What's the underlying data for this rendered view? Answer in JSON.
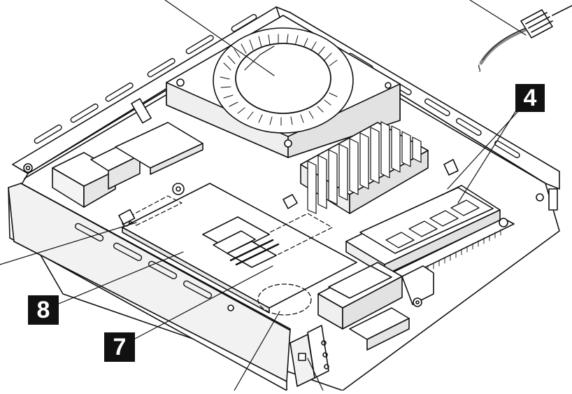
{
  "diagram": {
    "callouts": [
      {
        "id": "4",
        "label": "4"
      },
      {
        "id": "8",
        "label": "8"
      },
      {
        "id": "7",
        "label": "7"
      }
    ],
    "colors": {
      "ink": "#111111",
      "paper": "#ffffff",
      "shade": "#e6e6e6",
      "cable": "#8a8a8a",
      "callout_bg": "#111111",
      "callout_text": "#ffffff"
    }
  }
}
